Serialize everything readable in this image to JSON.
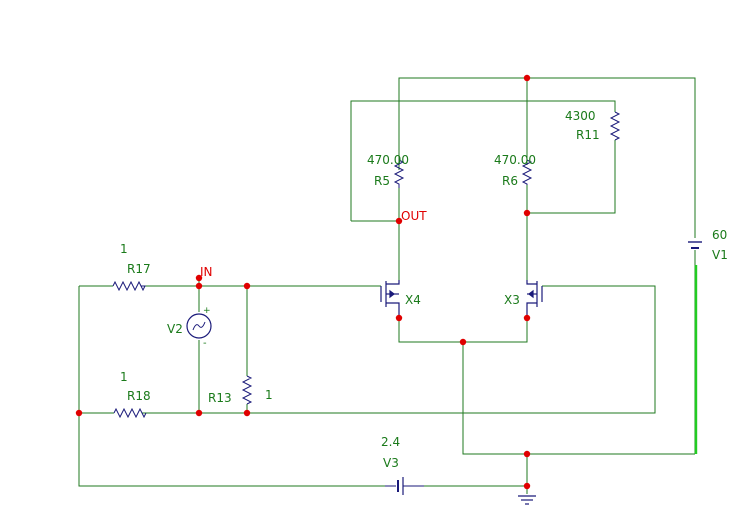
{
  "components": {
    "r17": {
      "ref": "R17",
      "value": "1"
    },
    "r18": {
      "ref": "R18",
      "value": "1"
    },
    "r13": {
      "ref": "R13",
      "value": "1"
    },
    "r5": {
      "ref": "R5",
      "value": "470.00"
    },
    "r6": {
      "ref": "R6",
      "value": "470.00"
    },
    "r11": {
      "ref": "R11",
      "value": "4300"
    },
    "v1": {
      "ref": "V1",
      "value": "60"
    },
    "v2": {
      "ref": "V2"
    },
    "v3": {
      "ref": "V3",
      "value": "2.4"
    },
    "x4": {
      "ref": "X4"
    },
    "x3": {
      "ref": "X3"
    }
  },
  "nets": {
    "in": "IN",
    "out": "OUT"
  },
  "polarity": {
    "plus": "+",
    "minus": "-"
  },
  "colors": {
    "wire": "#1f7a1f",
    "component": "#1a1a7a",
    "node": "#e00000",
    "label": "#1a7a1a",
    "highlight": "#22cc22"
  }
}
